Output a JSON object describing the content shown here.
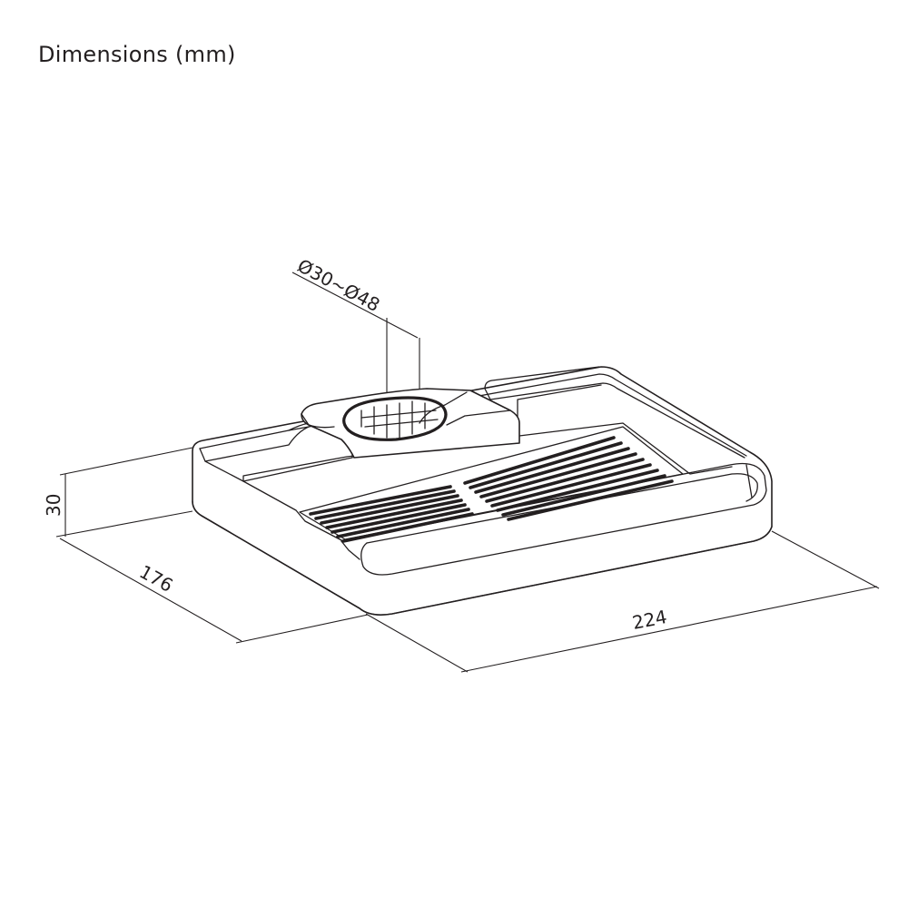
{
  "title": "Dimensions (mm)",
  "dimensions": {
    "height": "30",
    "depth": "176",
    "width": "224",
    "clamp_range": "Ø30~Ø48"
  },
  "colors": {
    "line": "#231f20",
    "background": "#ffffff"
  }
}
